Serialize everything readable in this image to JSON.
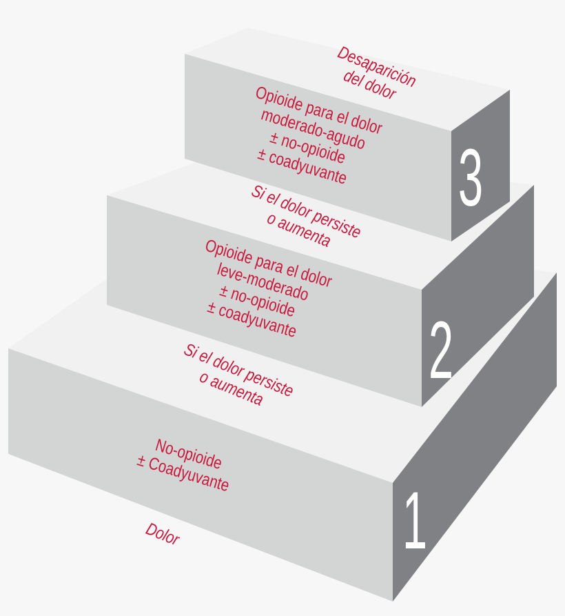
{
  "colors": {
    "text": "#c8193c",
    "top_face": "#f1f1f1",
    "front_face": "#d3d4d4",
    "side_face": "#808184",
    "number": "#ffffff",
    "background": "#f7f7f7"
  },
  "steps": [
    {
      "number": "1",
      "lines": [
        "No-opioide",
        "± Coadyuvante"
      ]
    },
    {
      "number": "2",
      "lines": [
        "Opioide para el dolor",
        "leve-moderado",
        "± no-opioide",
        "± coadyuvante"
      ]
    },
    {
      "number": "3",
      "lines": [
        "Opioide para el dolor",
        "moderado-agudo",
        "± no-opioide",
        "± coadyuvante"
      ]
    }
  ],
  "transitions": {
    "start": [
      "Dolor"
    ],
    "step1_to_2": [
      "Si el dolor persiste",
      "o aumenta"
    ],
    "step2_to_3": [
      "Si el dolor persiste",
      "o aumenta"
    ],
    "end": [
      "Desaparición",
      "del dolor"
    ]
  }
}
